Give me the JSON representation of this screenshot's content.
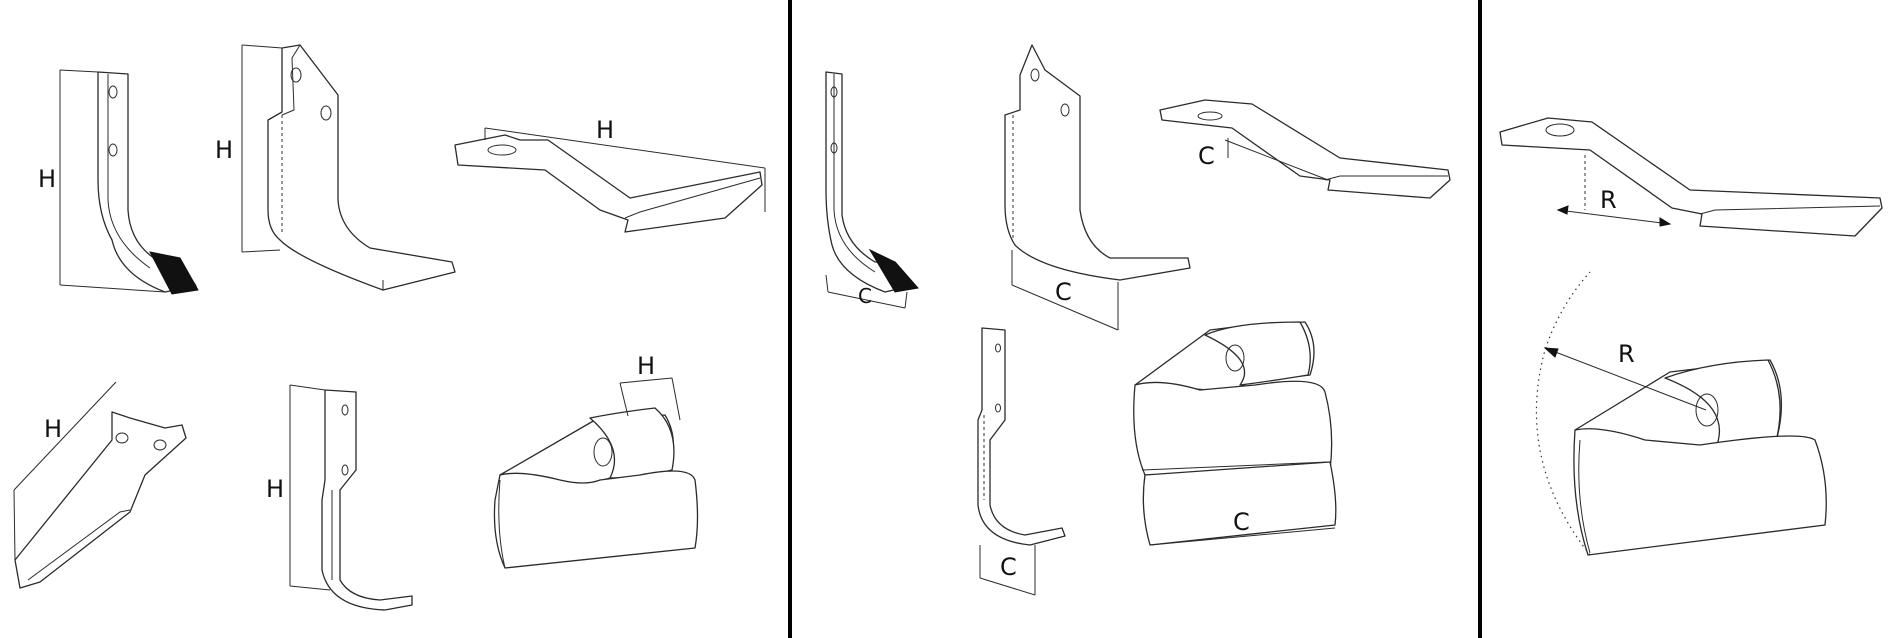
{
  "panels": [
    {
      "name": "height",
      "labels": [
        "H",
        "H",
        "H",
        "H",
        "H",
        "H"
      ]
    },
    {
      "name": "width",
      "labels": [
        "C",
        "C",
        "C",
        "C",
        "C"
      ]
    },
    {
      "name": "radius",
      "labels": [
        "R",
        "R"
      ]
    }
  ],
  "colors": {
    "line": "#2b2b2b",
    "divider": "#000000",
    "background": "#ffffff"
  }
}
